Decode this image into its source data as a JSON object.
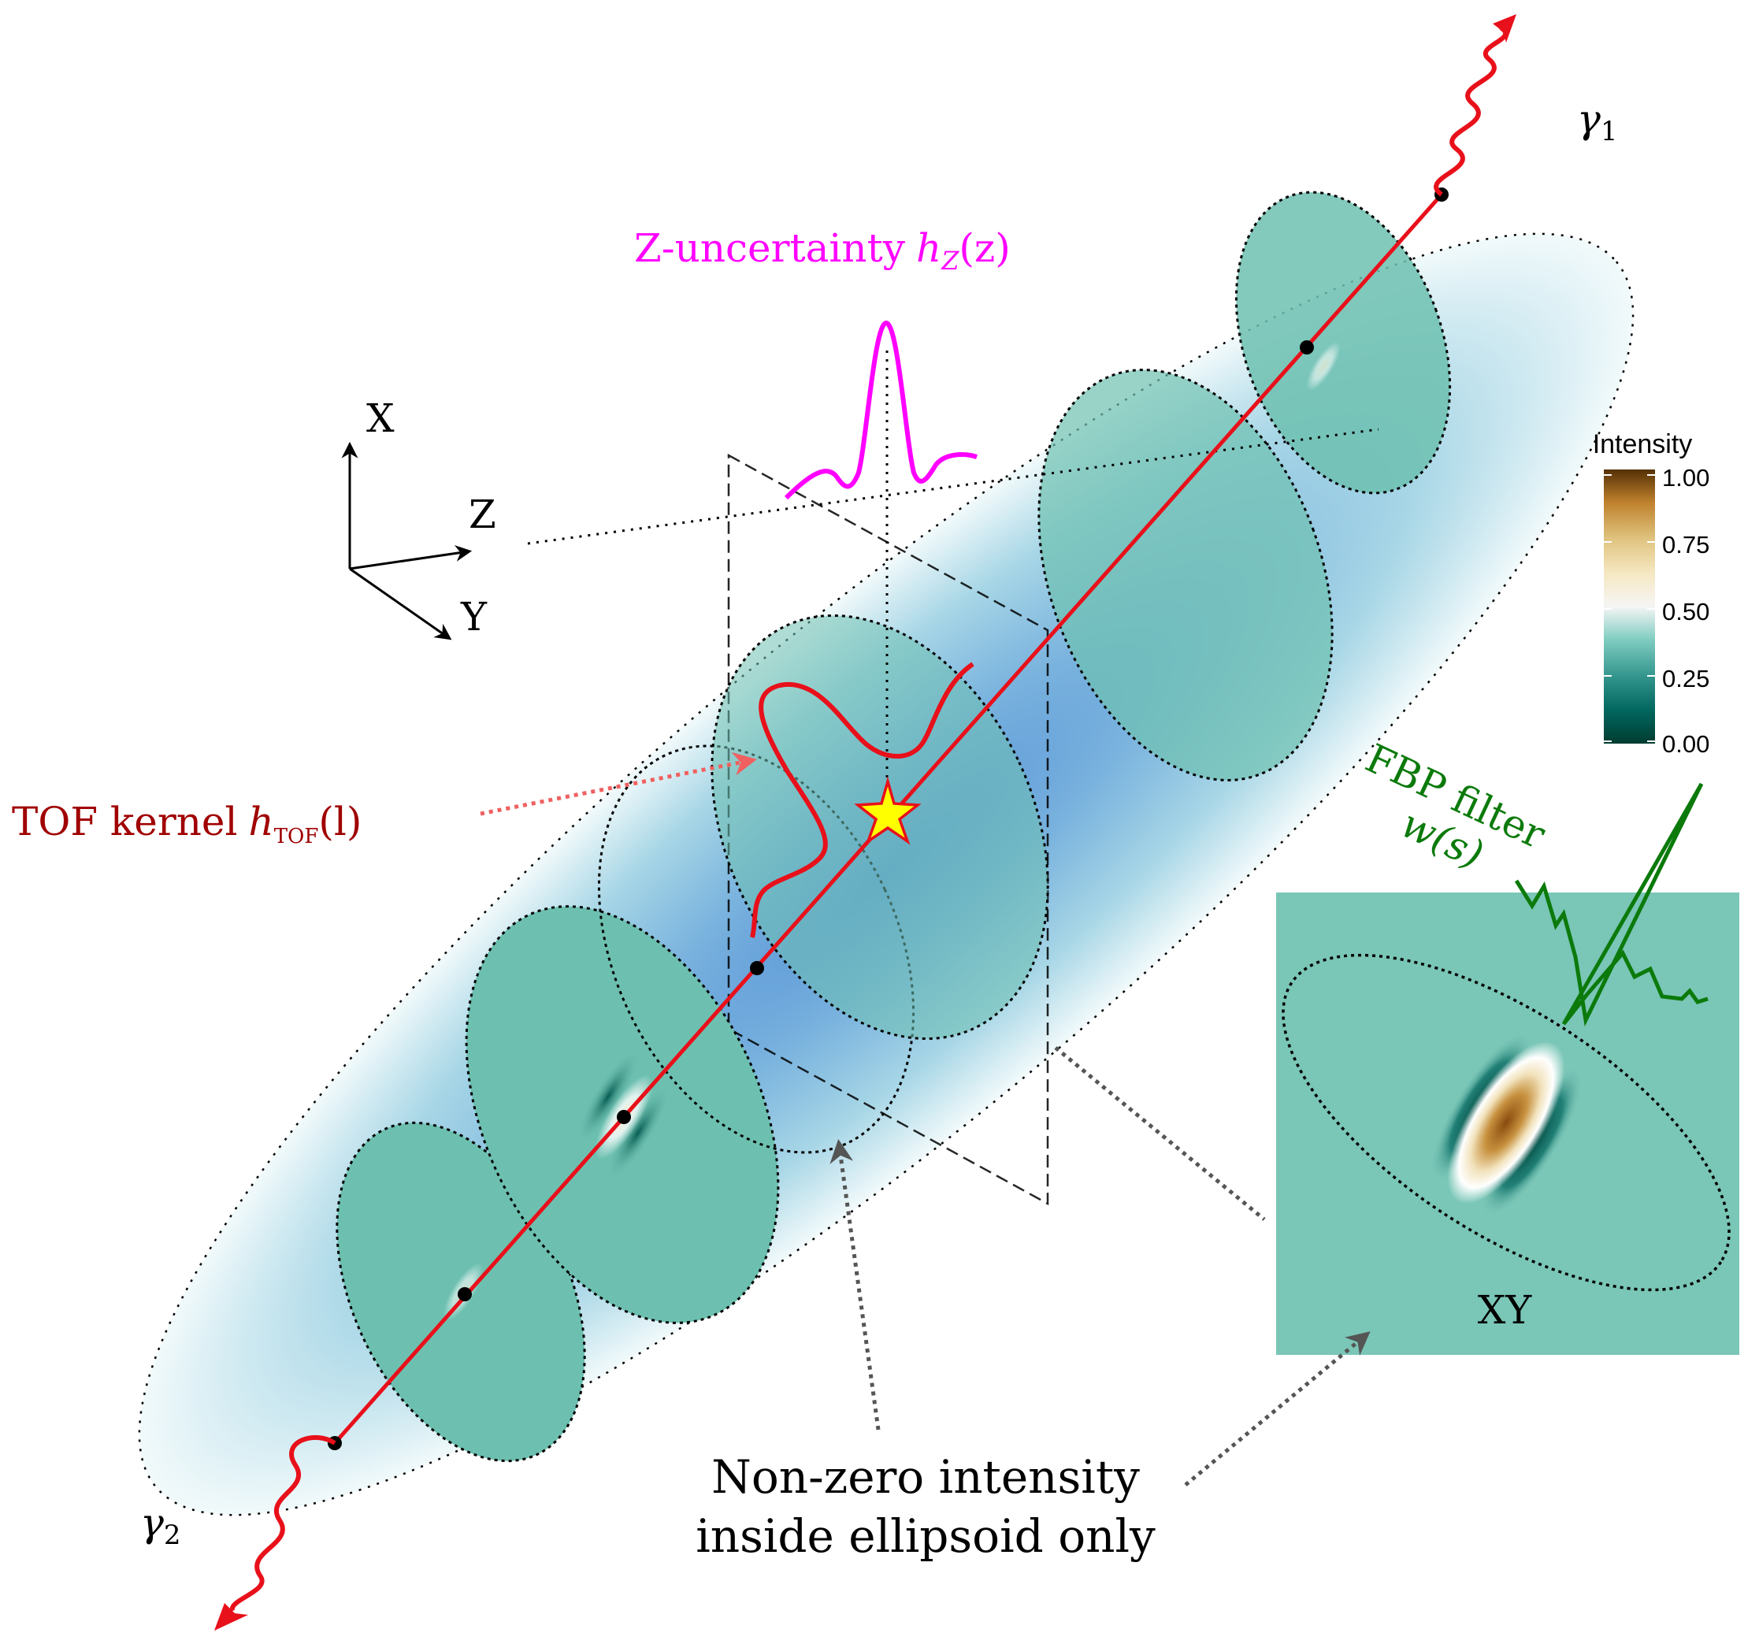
{
  "axes": {
    "x": "X",
    "y": "Y",
    "z": "Z"
  },
  "photons": {
    "gamma1": "γ",
    "gamma1_sub": "1",
    "gamma2": "γ",
    "gamma2_sub": "2"
  },
  "z_uncertainty": {
    "label": "Z-uncertainty",
    "func": "h",
    "sub": "Z",
    "arg": "(z)"
  },
  "tof_kernel": {
    "label": "TOF kernel",
    "func": "h",
    "sub": "TOF",
    "arg": "(l)"
  },
  "fbp_filter": {
    "line1": "FBP filter",
    "line2": "w(s)"
  },
  "inset": {
    "label": "XY"
  },
  "note": {
    "line1": "Non-zero intensity",
    "line2": "inside ellipsoid only"
  },
  "colorbar": {
    "title": "Intensity",
    "ticks": [
      "1.00",
      "0.75",
      "0.50",
      "0.25",
      "0.00"
    ]
  },
  "colors": {
    "lor": "#e8101a",
    "z_curve": "#ff00ff",
    "tof_label": "#a00000",
    "fbp": "#0b7a0b",
    "slice_fill": "#6dc0b0",
    "inset_bg": "#7ac6b7"
  }
}
